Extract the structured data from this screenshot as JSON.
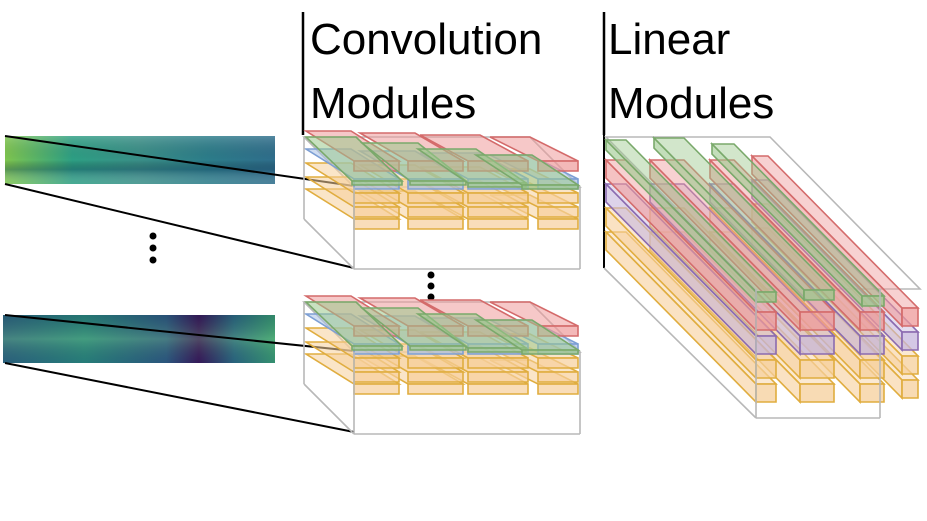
{
  "headings": {
    "conv_line1": "Convolution",
    "conv_line2": "Modules",
    "linear_line1": "Linear",
    "linear_line2": "Modules"
  },
  "colors": {
    "green": "#9bc88c",
    "green_stroke": "#7aa96b",
    "red": "#ee9a9a",
    "red_stroke": "#d46b6b",
    "blue": "#a9c1e6",
    "blue_stroke": "#7d9fd4",
    "orange": "#f6cf9b",
    "orange_stroke": "#e0ad3f",
    "purple": "#c6b6dc",
    "purple_stroke": "#8b6bb0",
    "box_stroke": "#b8b8b8",
    "heatmap_dark": "#3b1c63",
    "heatmap_mid": "#2a8a86",
    "heatmap_light": "#a6d853"
  },
  "icons": {
    "ellipsis_left": "vertical-ellipsis-icon",
    "ellipsis_mid": "vertical-ellipsis-icon"
  }
}
